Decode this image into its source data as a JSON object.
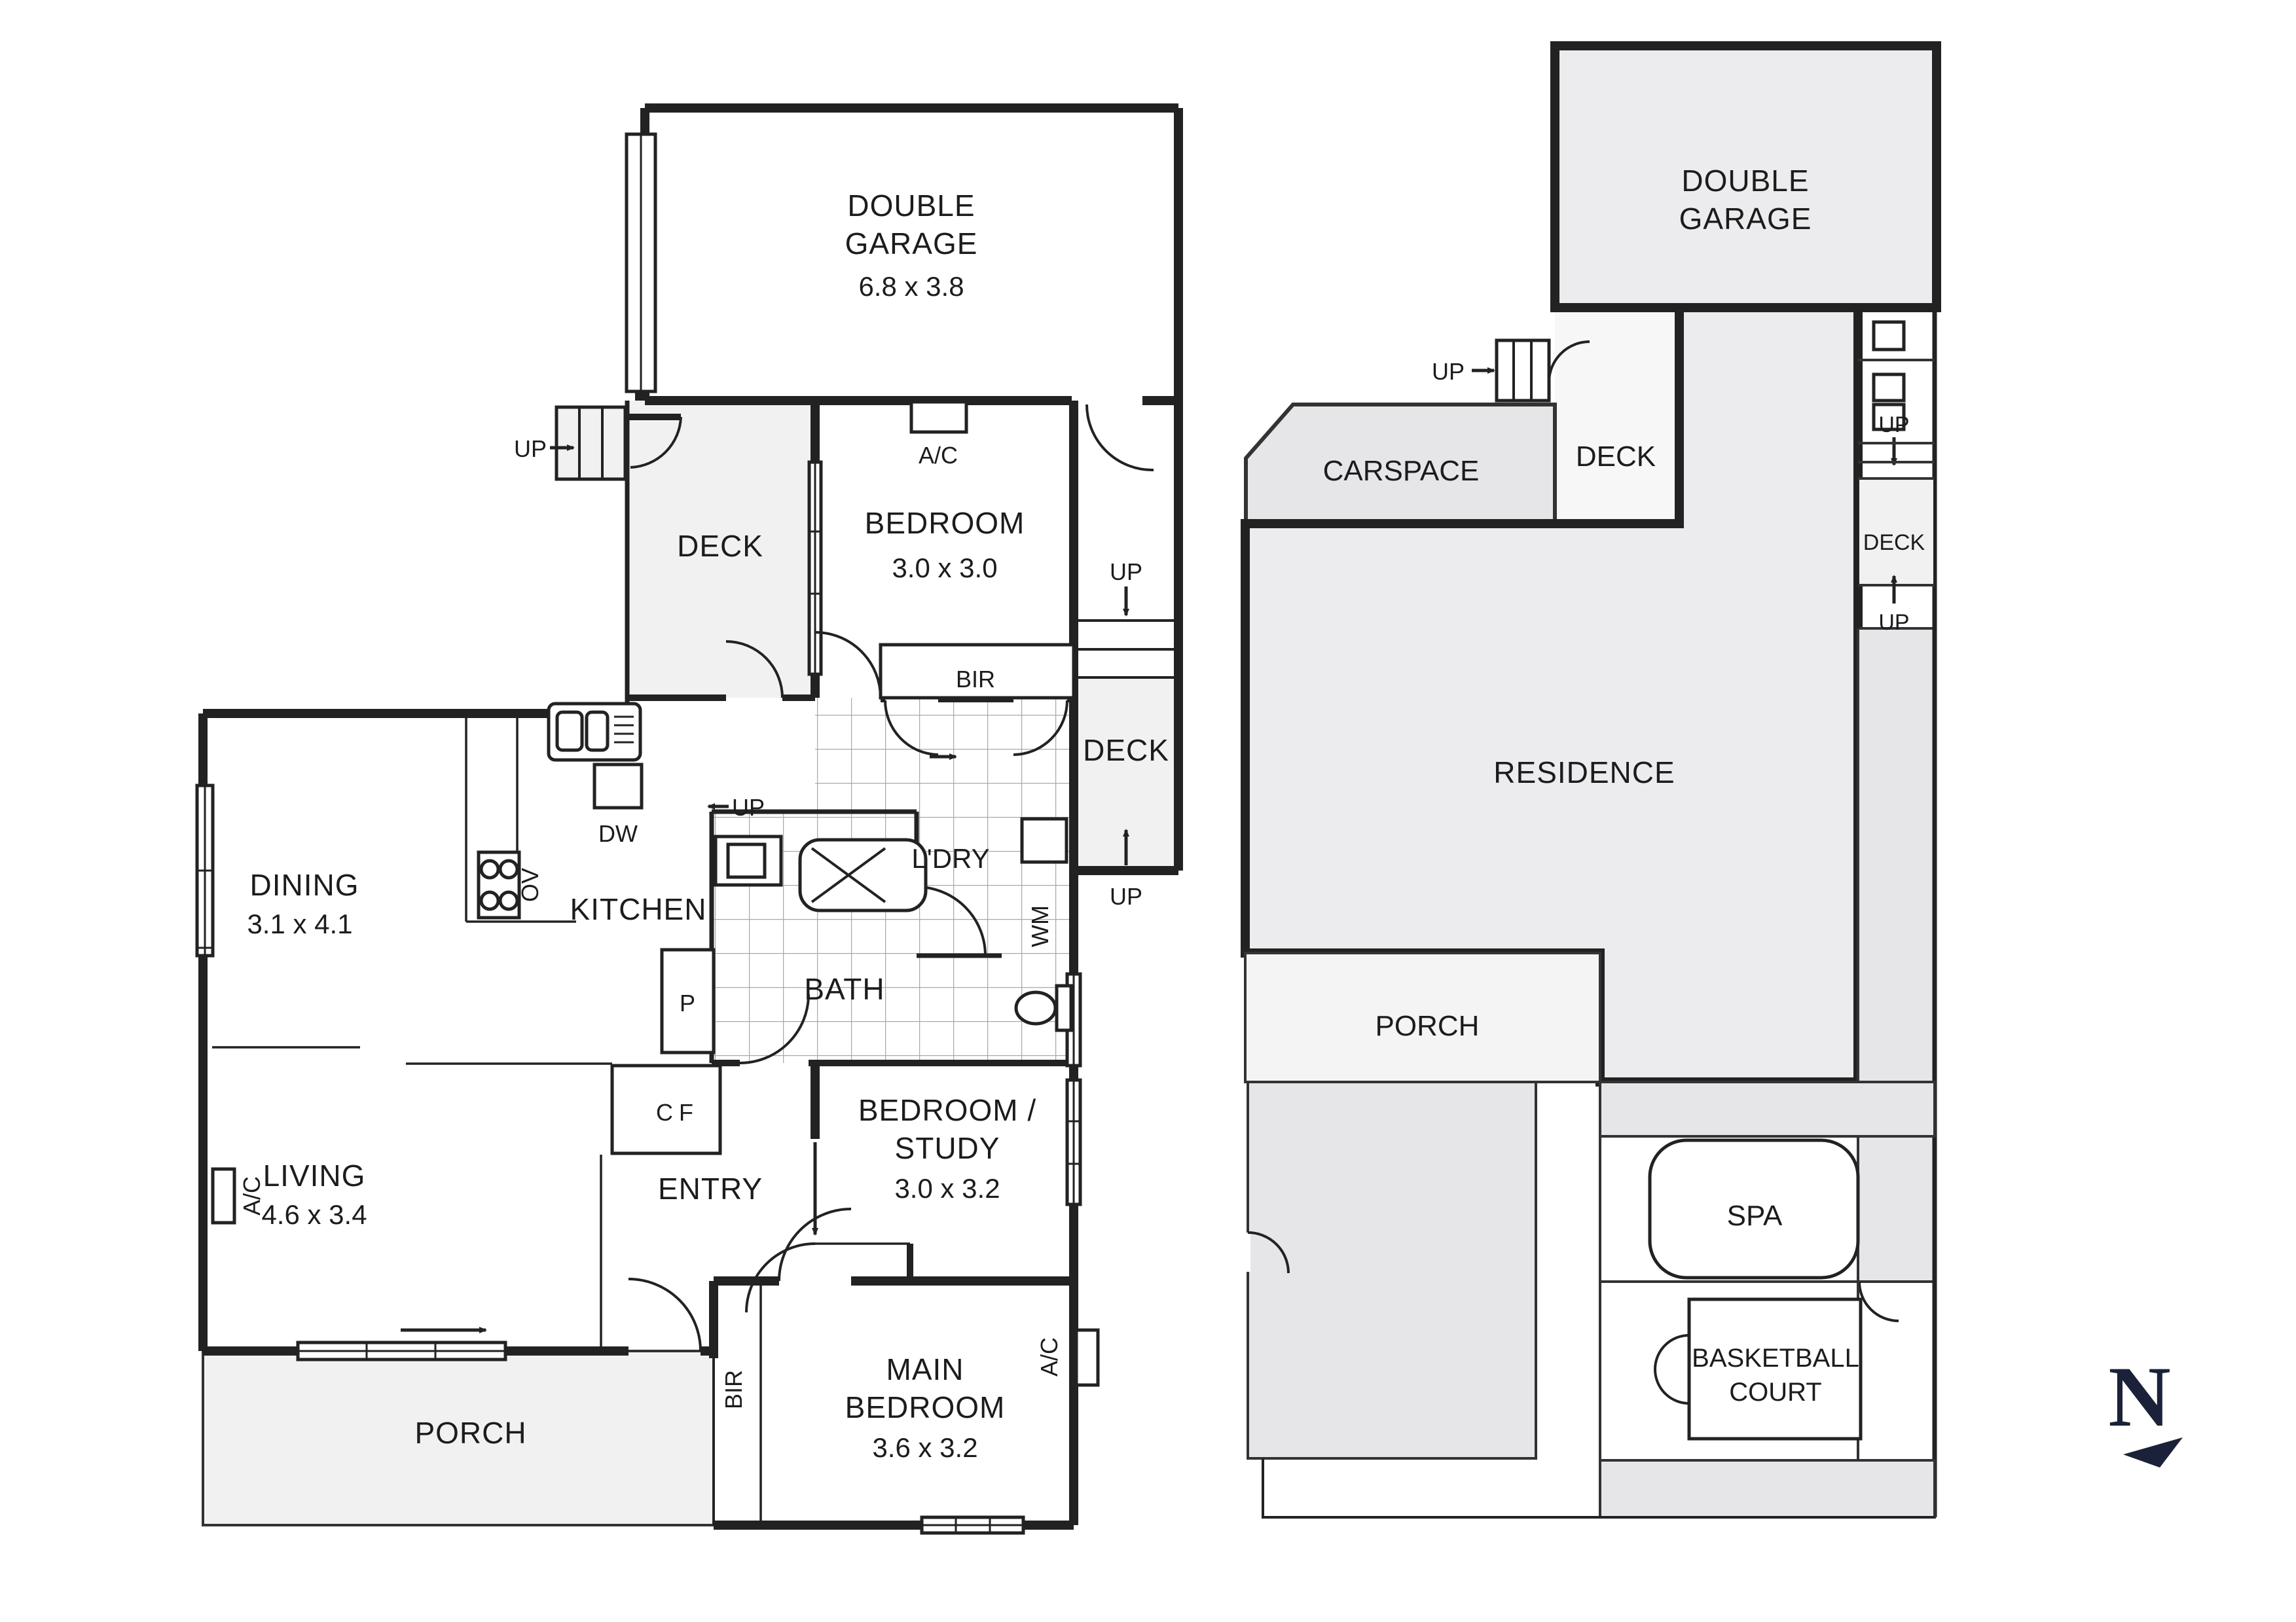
{
  "lbl": {
    "up": "UP",
    "ac": "A/C",
    "deck": "DECK",
    "bir": "BIR",
    "porch": "PORCH",
    "double": "DOUBLE",
    "garage": "GARAGE"
  },
  "left_plan": {
    "garage_dims": "6.8 x 3.8",
    "bedroom": "BEDROOM",
    "bedroom_dims": "3.0 x 3.0",
    "dining": "DINING",
    "dining_dims": "3.1 x 4.1",
    "kitchen": "KITCHEN",
    "dw": "DW",
    "ov": "OV",
    "pantry": "P",
    "fridge": "F",
    "bath": "BATH",
    "laundry": "L'DRY",
    "wm": "WM",
    "closet": "C",
    "study_l1": "BEDROOM /",
    "study_l2": "STUDY",
    "study_dims": "3.0 x 3.2",
    "living": "LIVING",
    "living_dims": "4.6 x 3.4",
    "entry": "ENTRY",
    "main_l1": "MAIN",
    "main_l2": "BEDROOM",
    "main_dims": "3.6 x 3.2"
  },
  "right_plan": {
    "carspace": "CARSPACE",
    "residence": "RESIDENCE",
    "spa": "SPA",
    "court_l1": "BASKETBALL",
    "court_l2": "COURT"
  },
  "compass": {
    "n": "N"
  }
}
